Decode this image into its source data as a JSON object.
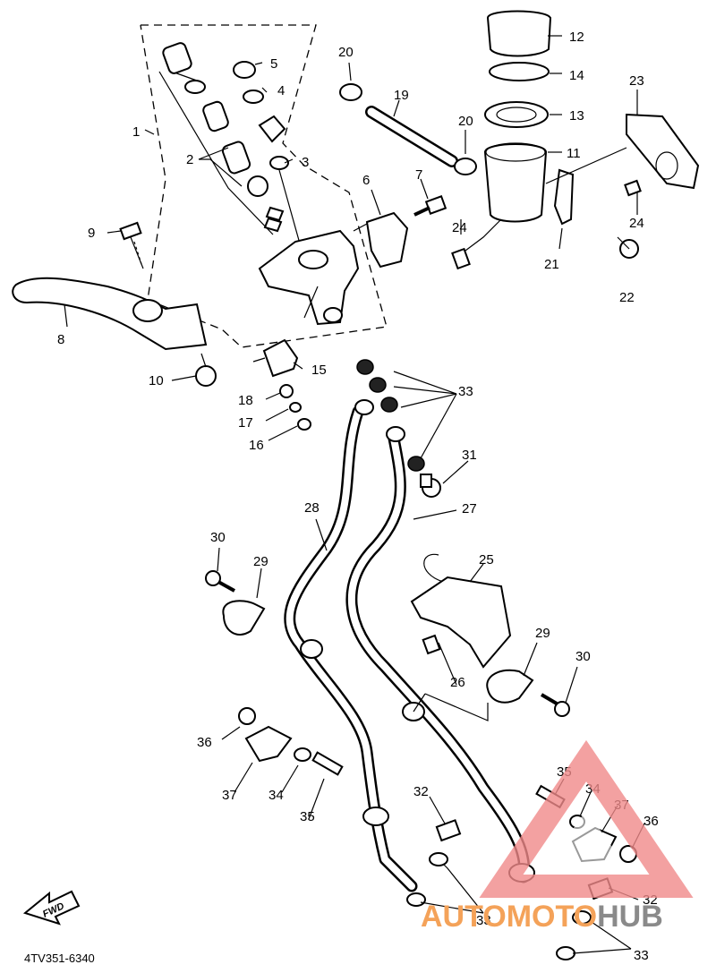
{
  "diagram": {
    "drawing_code": "4TV351-6340",
    "fwd_label": "FWD",
    "watermark": {
      "part1": "AUTO",
      "part2": "MOTO",
      "part3": "HUB",
      "color_primary": "#f4a259",
      "color_secondary": "#8a8a8a",
      "triangle_color": "#f08a8a"
    },
    "callouts": [
      {
        "id": "c1",
        "text": "1"
      },
      {
        "id": "c2",
        "text": "2"
      },
      {
        "id": "c3",
        "text": "3"
      },
      {
        "id": "c4",
        "text": "4"
      },
      {
        "id": "c5",
        "text": "5"
      },
      {
        "id": "c6",
        "text": "6"
      },
      {
        "id": "c7",
        "text": "7"
      },
      {
        "id": "c8",
        "text": "8"
      },
      {
        "id": "c9",
        "text": "9"
      },
      {
        "id": "c10",
        "text": "10"
      },
      {
        "id": "c11",
        "text": "11"
      },
      {
        "id": "c12",
        "text": "12"
      },
      {
        "id": "c13",
        "text": "13"
      },
      {
        "id": "c14",
        "text": "14"
      },
      {
        "id": "c15",
        "text": "15"
      },
      {
        "id": "c16",
        "text": "16"
      },
      {
        "id": "c17",
        "text": "17"
      },
      {
        "id": "c18",
        "text": "18"
      },
      {
        "id": "c19",
        "text": "19"
      },
      {
        "id": "c20a",
        "text": "20"
      },
      {
        "id": "c20b",
        "text": "20"
      },
      {
        "id": "c21",
        "text": "21"
      },
      {
        "id": "c22",
        "text": "22"
      },
      {
        "id": "c23",
        "text": "23"
      },
      {
        "id": "c24a",
        "text": "24"
      },
      {
        "id": "c24b",
        "text": "24"
      },
      {
        "id": "c25",
        "text": "25"
      },
      {
        "id": "c26",
        "text": "26"
      },
      {
        "id": "c27",
        "text": "27"
      },
      {
        "id": "c28",
        "text": "28"
      },
      {
        "id": "c29a",
        "text": "29"
      },
      {
        "id": "c29b",
        "text": "29"
      },
      {
        "id": "c30a",
        "text": "30"
      },
      {
        "id": "c30b",
        "text": "30"
      },
      {
        "id": "c31",
        "text": "31"
      },
      {
        "id": "c32a",
        "text": "32"
      },
      {
        "id": "c32b",
        "text": "32"
      },
      {
        "id": "c33a",
        "text": "33"
      },
      {
        "id": "c33b",
        "text": "33"
      },
      {
        "id": "c33c",
        "text": "33"
      },
      {
        "id": "c34a",
        "text": "34"
      },
      {
        "id": "c34b",
        "text": "34"
      },
      {
        "id": "c35a",
        "text": "35"
      },
      {
        "id": "c35b",
        "text": "35"
      },
      {
        "id": "c36a",
        "text": "36"
      },
      {
        "id": "c36b",
        "text": "36"
      },
      {
        "id": "c37a",
        "text": "37"
      },
      {
        "id": "c37b",
        "text": "37"
      }
    ]
  }
}
